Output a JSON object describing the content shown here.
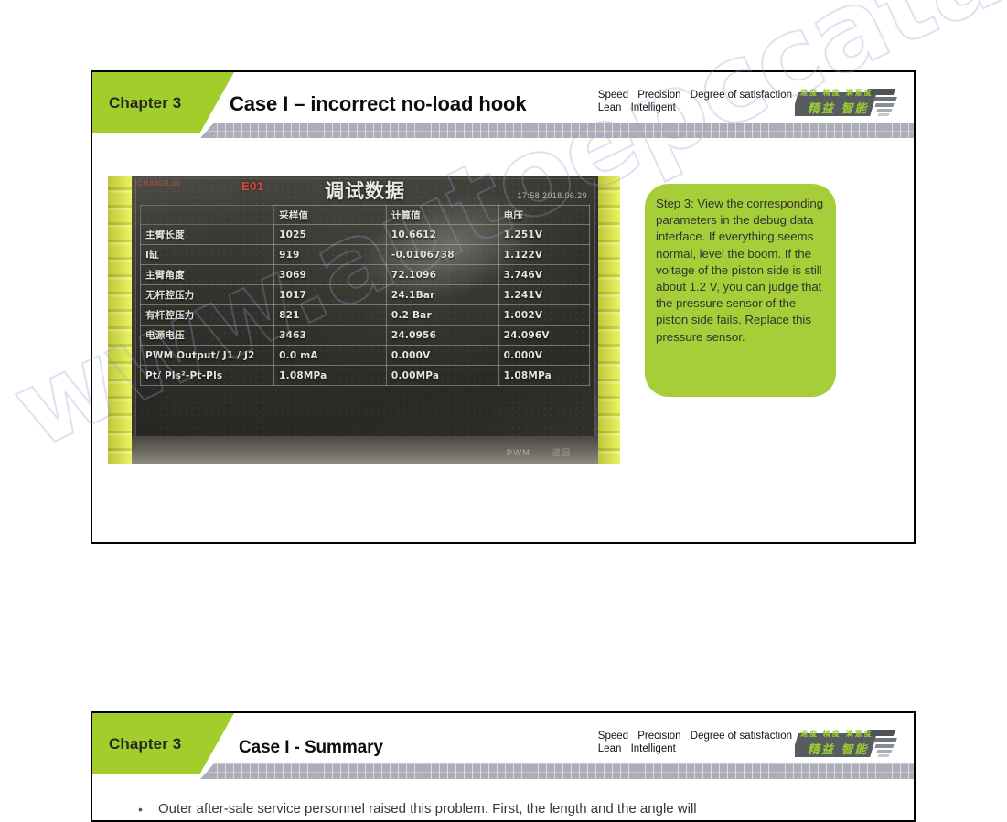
{
  "watermark": {
    "text": "www.autoepccatalog.com"
  },
  "slides": [
    {
      "chapter": "Chapter 3",
      "title": "Case I – incorrect no-load hook",
      "slogan_line1": [
        "Speed",
        "Precision",
        "Degree of satisfaction"
      ],
      "slogan_line2": [
        "Lean",
        "Intelligent"
      ],
      "logo": {
        "top_text": "速度 精度 满意度",
        "main_text": "精益  智能",
        "accent_color": "#9ACD32",
        "bg_color": "#575C61"
      },
      "callout": {
        "text": "Step 3: View the corresponding parameters in the debug data interface. If everything seems normal, level the boom. If the voltage of the piston side is still about 1.2 V, you can judge that the pressure sensor of the piston side fails. Replace this pressure sensor.",
        "bg_color": "#A6CE39"
      },
      "photo": {
        "screen_brand": "CHANGLIN",
        "screen_code": "E01",
        "screen_title": "调试数据",
        "timestamp": "17:58  2018.06.29",
        "footer_pwm": "PWM",
        "footer_back": "返回",
        "table": {
          "headers": [
            "",
            "采样值",
            "计算值",
            "电压"
          ],
          "rows": [
            [
              "主臂长度",
              "1025",
              "10.6612",
              "1.251V"
            ],
            [
              "I缸",
              "919",
              "-0.0106738",
              "1.122V"
            ],
            [
              "主臂角度",
              "3069",
              "72.1096",
              "3.746V"
            ],
            [
              "无杆腔压力",
              "1017",
              "24.1Bar",
              "1.241V"
            ],
            [
              "有杆腔压力",
              "821",
              "0.2 Bar",
              "1.002V"
            ],
            [
              "电源电压",
              "3463",
              "24.0956",
              "24.096V"
            ],
            [
              "PWM Output/ J1 / J2",
              "0.0 mA",
              "0.000V",
              "0.000V"
            ],
            [
              "Pt/ Pls²-Pt-Pls",
              "1.08MPa",
              "0.00MPa",
              "1.08MPa"
            ]
          ]
        }
      }
    },
    {
      "chapter": "Chapter 3",
      "title": "Case I - Summary",
      "slogan_line1": [
        "Speed",
        "Precision",
        "Degree of satisfaction"
      ],
      "slogan_line2": [
        "Lean",
        "Intelligent"
      ],
      "logo": {
        "top_text": "速度 精度 满意度",
        "main_text": "精益  智能",
        "accent_color": "#9ACD32",
        "bg_color": "#575C61"
      },
      "bullets": [
        {
          "marker": "•",
          "text": "Outer after-sale service personnel raised this problem. First, the length and the angle will"
        }
      ]
    }
  ]
}
